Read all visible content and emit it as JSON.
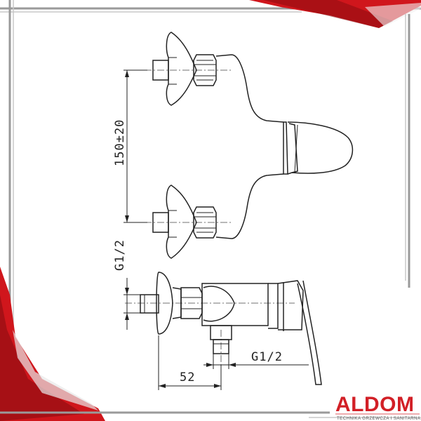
{
  "dimensions": {
    "spacing": "150±20",
    "thread_top": "G1/2",
    "thread_bottom": "G1/2",
    "depth": "52"
  },
  "brand": {
    "name": "ALDOM",
    "tagline": "TECHNIKA GRZEWCZA I SANITARNA",
    "color": "#d21f26"
  },
  "frame_colors": {
    "red": "#d0161c",
    "dark_red": "#8b0d10",
    "gray": "#9a9a9a"
  }
}
